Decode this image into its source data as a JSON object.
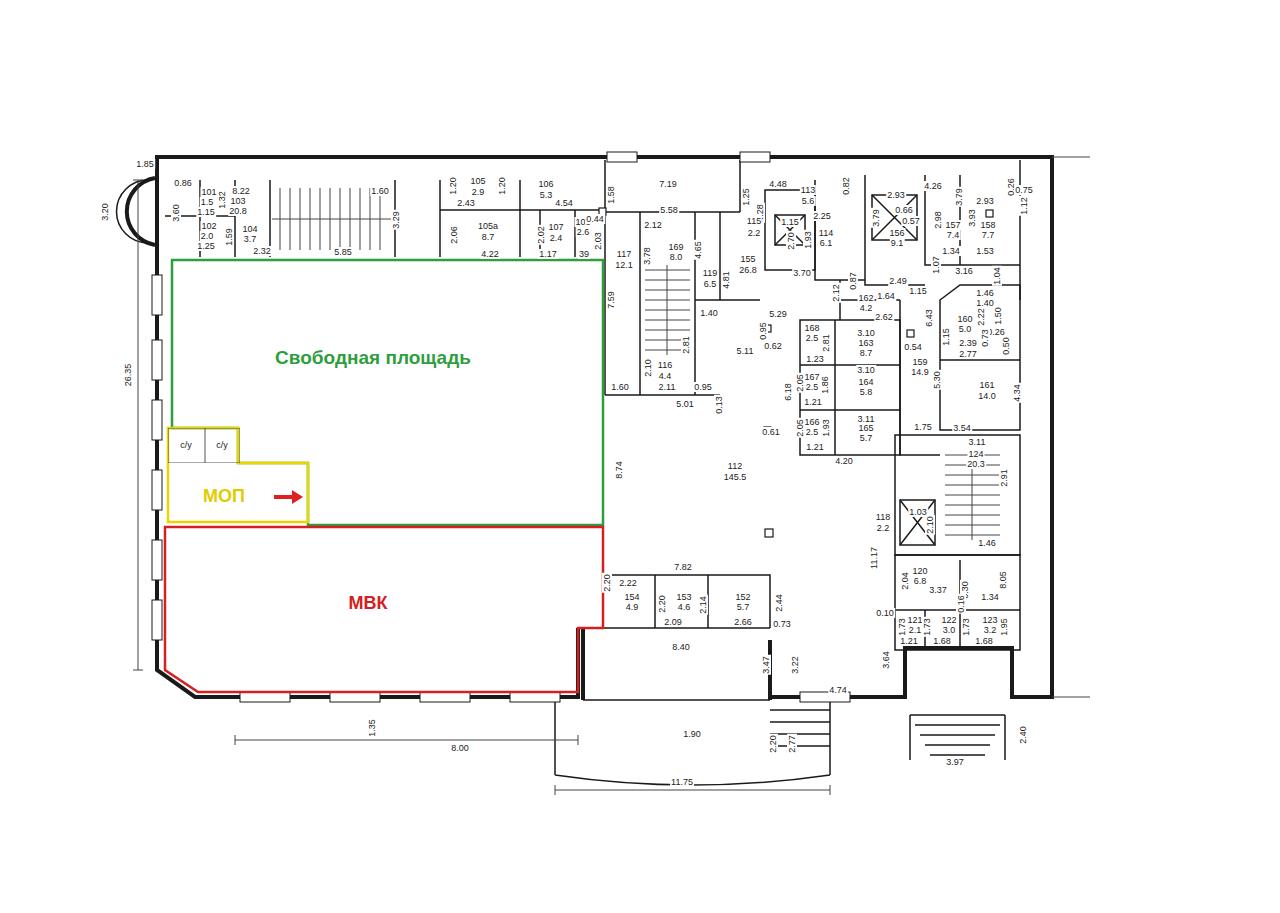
{
  "diagram": {
    "nodes": [
      {
        "text": [
          "Свободная площадь"
        ]
      },
      {
        "text": [
          "МОП"
        ]
      },
      {
        "text": [
          "с/у"
        ],
        "in": 1
      },
      {
        "text": [
          "с/у"
        ],
        "in": 1
      },
      {
        "text": [
          "МВК"
        ]
      }
    ],
    "labels": [
      "1.85",
      "3.20",
      "0.86",
      "101",
      "1.5",
      "1.15",
      "1.32",
      "8.22",
      "103",
      "20.8",
      "1.60",
      "3.60",
      "102",
      "2.0",
      "1.25",
      "1.59",
      "104",
      "3.7",
      "2.32",
      "5.85",
      "3.29",
      "1.20",
      "105",
      "2.9",
      "1.20",
      "106",
      "5.3",
      "2.43",
      "4.54",
      "1.58",
      "2.06",
      "105a",
      "8.7",
      "4.22",
      "107",
      "2.4",
      "2.02",
      "108",
      "2.6",
      "2.03",
      "0.44",
      "1.17",
      "39",
      "7.19",
      "5.58",
      "2.12",
      "3.78",
      "117",
      "12.1",
      "169",
      "8.0",
      "4.65",
      "4.81",
      "119",
      "6.5",
      "7.59",
      "1.40",
      "2.10",
      "2.81",
      "116",
      "4.4",
      "1.60",
      "2.11",
      "0.95",
      "5.01",
      "0.13",
      "4.48",
      "1.25",
      "113",
      "5.6",
      "0.82",
      "2.93",
      "4.26",
      "3.79",
      "2.93",
      "0.26",
      "0.75",
      "1.12",
      "4.28",
      "115",
      "2.2",
      "1.15",
      "1.93",
      "2.25",
      "2.70",
      "114",
      "6.1",
      "0.66",
      "0.57",
      "3.79",
      "2.98",
      "156",
      "9.1",
      "157",
      "7.4",
      "3.93",
      "158",
      "7.7",
      "155",
      "26.8",
      "3.70",
      "0.87",
      "2.12",
      "1.07",
      "1.34",
      "1.53",
      "2.49",
      "3.16",
      "1.04",
      "1.46",
      "1.15",
      "162",
      "4.2",
      "1.64",
      "6.43",
      "1.40",
      "5.29",
      "2.62",
      "0.95",
      "160",
      "5.0",
      "2.22",
      "1.50",
      "0.26",
      "168",
      "2.5",
      "2.81",
      "3.10",
      "0.62",
      "5.11",
      "163",
      "8.7",
      "0.54",
      "1.15",
      "2.39",
      "2.77",
      "0.73",
      "0.50",
      "1.23",
      "3.10",
      "6.18",
      "167",
      "2.5",
      "2.05",
      "1.21",
      "1.86",
      "164",
      "5.8",
      "159",
      "14.9",
      "5.30",
      "161",
      "14.0",
      "4.34",
      "3.11",
      "166",
      "2.5",
      "2.05",
      "1.21",
      "1.93",
      "165",
      "5.7",
      "0.61",
      "1.75",
      "3.54",
      "4.20",
      "3.11",
      "124",
      "20.3",
      "8.74",
      "112",
      "145.5",
      "2.91",
      "1.03",
      "2.10",
      "1.46",
      "118",
      "2.2",
      "11.17",
      "120",
      "6.8",
      "2.04",
      "3.37",
      "0.30",
      "0.16",
      "8.05",
      "1.34",
      "0.10",
      "1.73",
      "121",
      "2.1",
      "1.21",
      "1.73",
      "122",
      "3.0",
      "1.68",
      "1.73",
      "123",
      "3.2",
      "1.68",
      "1.95",
      "3.64",
      "7.82",
      "2.20",
      "2.22",
      "154",
      "4.9",
      "2.20",
      "153",
      "4.6",
      "2.14",
      "152",
      "5.7",
      "2.44",
      "2.09",
      "2.66",
      "0.73",
      "8.40",
      "3.47",
      "3.22",
      "4.74",
      "2.40",
      "3.97",
      "1.35",
      "8.00",
      "1.90",
      "2.20",
      "2.77",
      "11.75",
      "26.35"
    ]
  }
}
